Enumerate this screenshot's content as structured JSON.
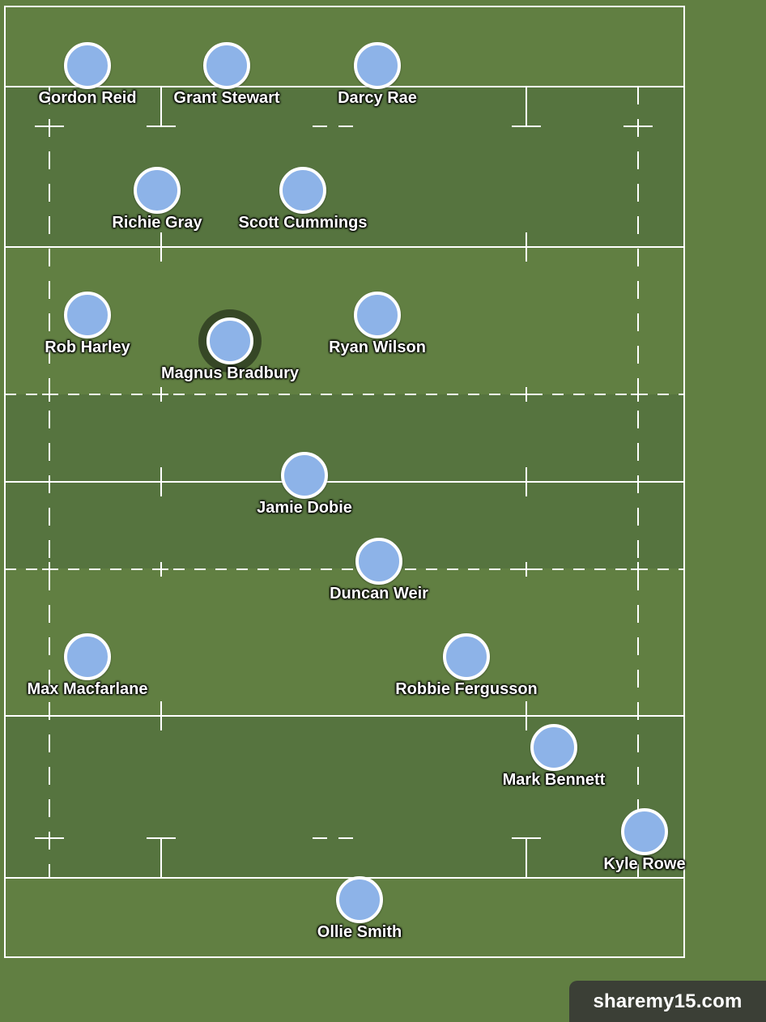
{
  "players": [
    {
      "name": "Gordon Reid"
    },
    {
      "name": "Grant Stewart"
    },
    {
      "name": "Darcy Rae"
    },
    {
      "name": "Richie Gray"
    },
    {
      "name": "Scott Cummings"
    },
    {
      "name": "Rob Harley"
    },
    {
      "name": "Magnus Bradbury",
      "selected": true
    },
    {
      "name": "Ryan Wilson"
    },
    {
      "name": "Jamie Dobie"
    },
    {
      "name": "Duncan Weir"
    },
    {
      "name": "Max Macfarlane"
    },
    {
      "name": "Robbie Fergusson"
    },
    {
      "name": "Mark Bennett"
    },
    {
      "name": "Kyle Rowe"
    },
    {
      "name": "Ollie Smith"
    }
  ],
  "watermark": "sharemy15.com",
  "colors": {
    "grass": "#617f42",
    "grass_dark": "#55733e",
    "player_disc": "#8db3e8",
    "lines": "#ffffff"
  }
}
